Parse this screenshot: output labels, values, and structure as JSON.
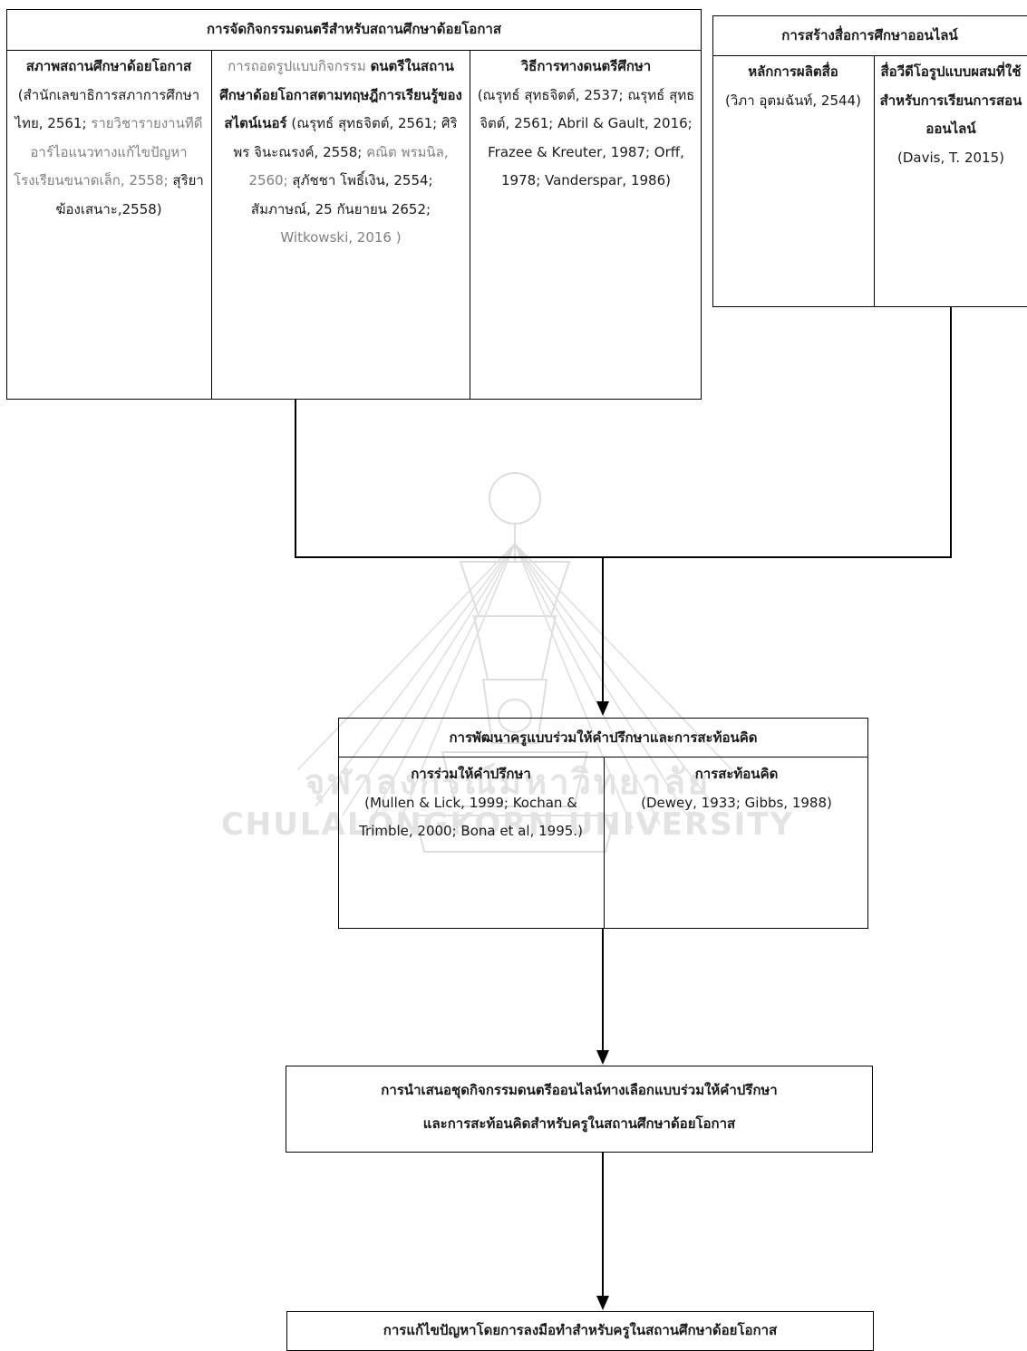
{
  "watermark": {
    "thai": "จุฬาลงกรณ์มหาวิทยาลัย",
    "english": "CHULALONGKORN UNIVERSITY"
  },
  "box_music": {
    "title": "การจัดกิจกรรมดนตรีสำหรับสถานศึกษาด้อยโอกาส",
    "col1": {
      "heading": "สภาพสถานศึกษาด้อยโอกาส",
      "refs_black": "(สำนักเลขาธิการสภาการศึกษาไทย, 2561;",
      "refs_gray": "รายวิชารายงานทีดีอาร์ไอแนวทางแก้ไขปัญหาโรงเรียนขนาดเล็ก, 2558;",
      "refs_tail": "สุริยา ฆ้องเสนาะ,2558)"
    },
    "col2": {
      "heading_gray": "การถอดรูปแบบกิจกรรม",
      "heading": "ดนตรีในสถานศึกษาด้อยโอกาสตามทฤษฎีการเรียนรู้ของสไตน์เนอร์",
      "refs_a": "(ณรุทธ์ สุทธจิตต์, 2561; ศิริพร จินะณรงค์, 2558;",
      "refs_gray": "คณิต พรมนิล, 2560;",
      "refs_b": "สุภัชชา โพธิ์เงิน, 2554; สัมภาษณ์, 25 กันยายน 2652;",
      "refs_end_gray": "Witkowski, 2016 )"
    },
    "col3": {
      "heading": "วิธีการทางดนตรีศึกษา",
      "refs": "(ณรุทธ์ สุทธจิตต์, 2537; ณรุทธ์ สุทธจิตต์, 2561; Abril & Gault, 2016; Frazee & Kreuter, 1987; Orff, 1978; Vanderspar, 1986)"
    }
  },
  "box_media": {
    "title": "การสร้างสื่อการศึกษาออนไลน์",
    "col1": {
      "heading": "หลักการผลิตสื่อ",
      "refs": "(วิภา อุตมฉันท์, 2544)"
    },
    "col2": {
      "heading": "สื่อวีดีโอรูปแบบผสมที่ใช้สำหรับการเรียนการสอนออนไลน์",
      "refs": "(Davis, T. 2015)"
    }
  },
  "box_teacher": {
    "title": "การพัฒนาครูแบบร่วมให้คำปรึกษาและการสะท้อนคิด",
    "col1": {
      "heading": "การร่วมให้คำปรึกษา",
      "refs": "(Mullen & Lick, 1999; Kochan & Trimble, 2000; Bona et al, 1995.)"
    },
    "col2": {
      "heading": "การสะท้อนคิด",
      "refs": "(Dewey, 1933; Gibbs, 1988)"
    }
  },
  "box_present": {
    "line1": "การนำเสนอชุดกิจกรรมดนตรีออนไลน์ทางเลือกแบบร่วมให้คำปรึกษา",
    "line2": "และการสะท้อนคิดสำหรับครูในสถานศึกษาด้อยโอกาส"
  },
  "box_solution": {
    "text": "การแก้ไขปัญหาโดยการลงมือทำสำหรับครูในสถานศึกษาด้อยโอกาส"
  }
}
